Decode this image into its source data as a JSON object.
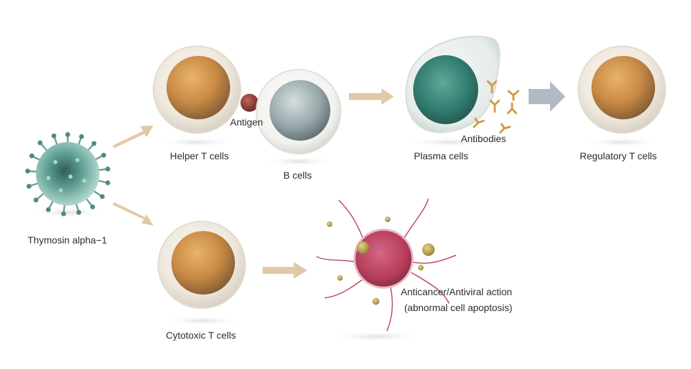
{
  "labels": {
    "thymosin": "Thymosin alpha−1",
    "helper_t": "Helper T cells",
    "antigen": "Antigen",
    "b_cells": "B cells",
    "plasma": "Plasma cells",
    "antibodies": "Antibodies",
    "regulatory_t": "Regulatory T cells",
    "cytotoxic_t": "Cytotoxic T cells",
    "action_line1": "Anticancer/Antiviral action",
    "action_line2": "(abnormal cell apoptosis)"
  },
  "colors": {
    "arrow": "#e2c9a6",
    "arrow_gray": "#b2b9c4",
    "t_cell_nucleus": "#c98a45",
    "t_cell_body": "#f1ebe2",
    "b_cell_nucleus": "#8f9fa3",
    "plasma_nucleus": "#3a8b7c",
    "thymosin": "#6fb1a4",
    "target_cell": "#b83e5c",
    "antibody": "#d49a45",
    "antigen": "#8c3a32"
  }
}
